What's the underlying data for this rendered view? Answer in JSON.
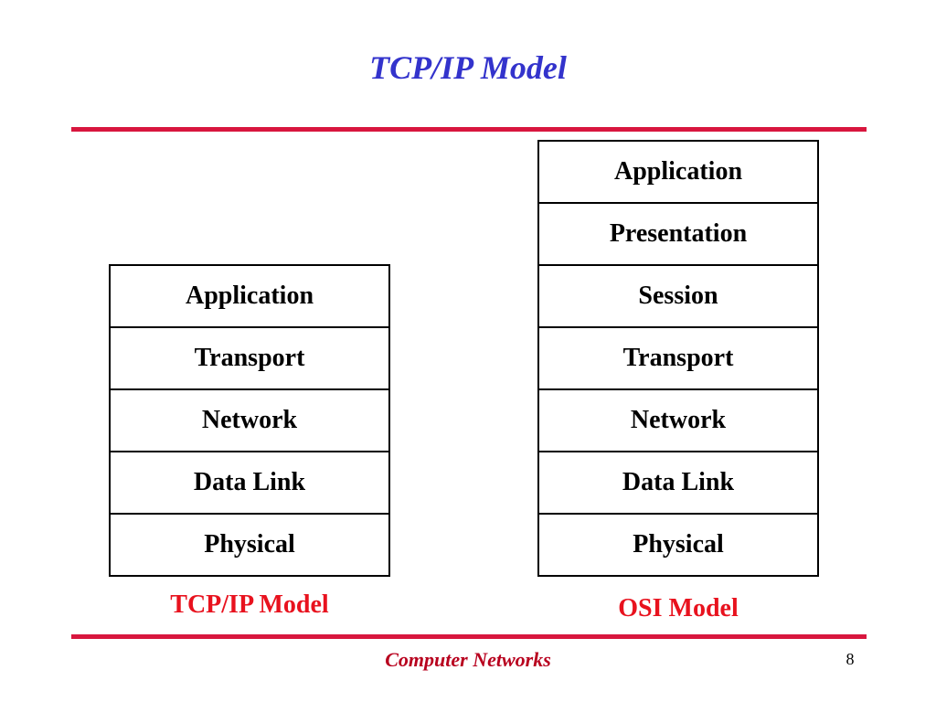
{
  "slide": {
    "title": "TCP/IP Model",
    "footer": "Computer Networks",
    "page_number": "8"
  },
  "colors": {
    "title": "#3333cc",
    "rule": "#d8163e",
    "caption": "#e8121e",
    "footer": "#b8001e"
  },
  "tcpip": {
    "caption": "TCP/IP Model",
    "layers": [
      "Application",
      "Transport",
      "Network",
      "Data Link",
      "Physical"
    ]
  },
  "osi": {
    "caption": "OSI Model",
    "layers": [
      "Application",
      "Presentation",
      "Session",
      "Transport",
      "Network",
      "Data Link",
      "Physical"
    ]
  }
}
